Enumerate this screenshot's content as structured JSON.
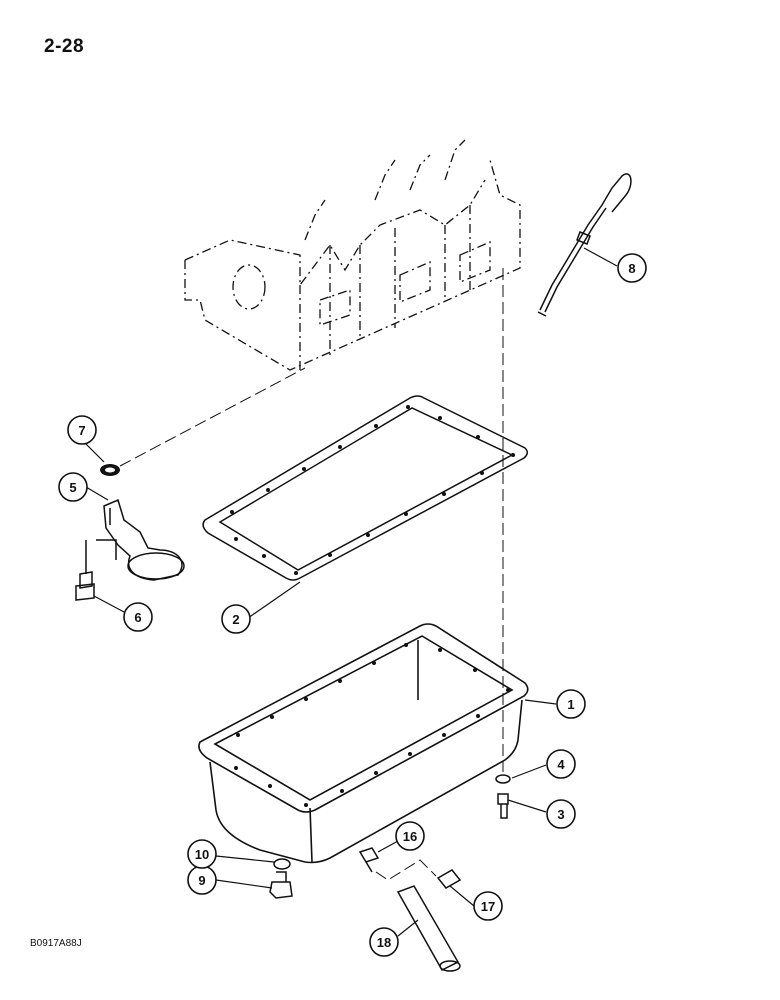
{
  "page": {
    "number": "2-28",
    "reference_code": "B0917A88J"
  },
  "callouts": [
    {
      "id": "callout-1",
      "label": "1"
    },
    {
      "id": "callout-2",
      "label": "2"
    },
    {
      "id": "callout-3",
      "label": "3"
    },
    {
      "id": "callout-4",
      "label": "4"
    },
    {
      "id": "callout-5",
      "label": "5"
    },
    {
      "id": "callout-6",
      "label": "6"
    },
    {
      "id": "callout-7",
      "label": "7"
    },
    {
      "id": "callout-8",
      "label": "8"
    },
    {
      "id": "callout-9",
      "label": "9"
    },
    {
      "id": "callout-10",
      "label": "10"
    },
    {
      "id": "callout-16",
      "label": "16"
    },
    {
      "id": "callout-17",
      "label": "17"
    },
    {
      "id": "callout-18",
      "label": "18"
    }
  ],
  "colors": {
    "ink": "#111111",
    "background": "#ffffff"
  }
}
